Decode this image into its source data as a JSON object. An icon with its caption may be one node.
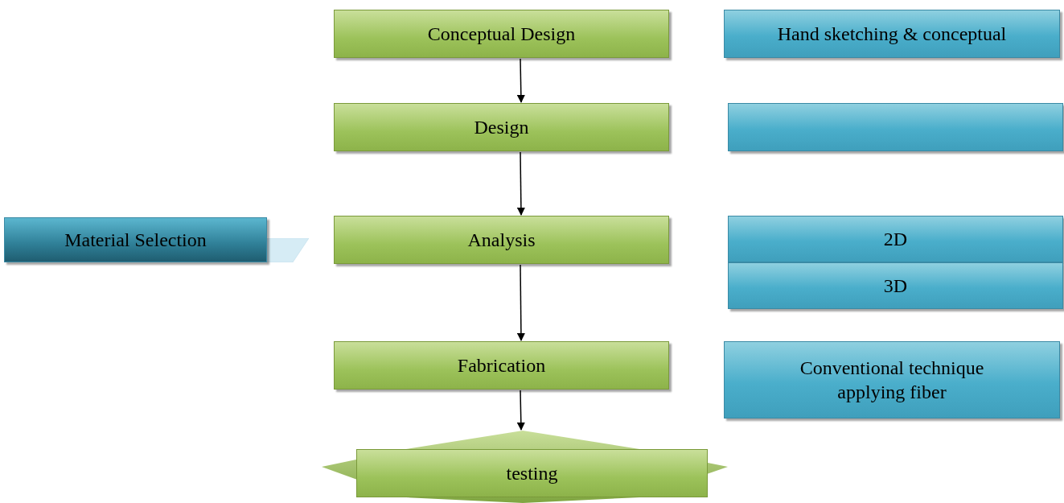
{
  "diagram": {
    "nodes": [
      {
        "text": [
          "Conceptual Design"
        ]
      },
      {
        "text": [
          "Hand sketching & conceptual"
        ]
      },
      {
        "text": [
          "Design"
        ]
      },
      {
        "text": [],
        "shape": "box"
      },
      {
        "text": [
          "Material Selection"
        ]
      },
      {
        "text": [
          "Analysis"
        ]
      },
      {
        "text": [
          "2D"
        ]
      },
      {
        "text": [
          "3D"
        ]
      },
      {
        "text": [
          "Fabrication"
        ]
      },
      {
        "text": [
          "Conventional technique applying fiber"
        ]
      },
      {
        "text": [
          "testing"
        ]
      }
    ],
    "edges": [
      {
        "from": 0,
        "to": 2,
        "arrow": "to"
      },
      {
        "from": 2,
        "to": 5,
        "arrow": "to"
      },
      {
        "from": 5,
        "to": 8,
        "arrow": "to"
      },
      {
        "from": 8,
        "to": 10,
        "arrow": "to"
      }
    ]
  }
}
